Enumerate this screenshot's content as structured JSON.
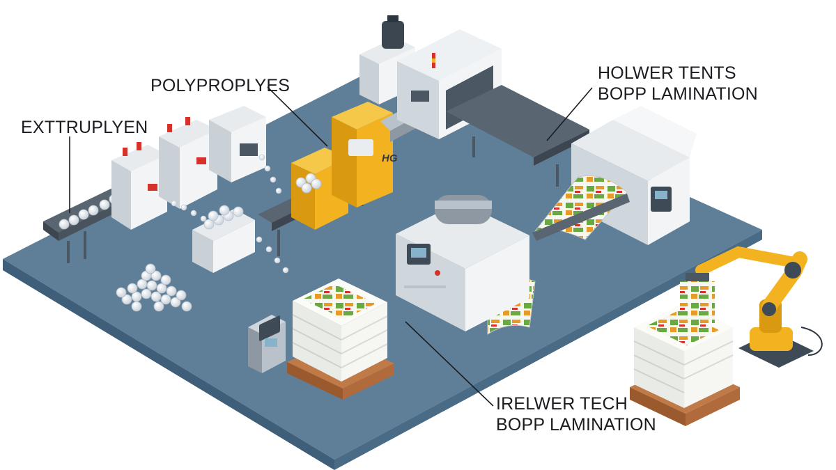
{
  "labels": {
    "extruder": "EXTTRUPLYEN",
    "polypropylene": "POLYPROPLYES",
    "holwer_line1": "HOLWER TENTS",
    "holwer_line2": "BOPP LAMINATION",
    "irelwer_line1": "IRELWER TECH",
    "irelwer_line2": "BOPP LAMINATION",
    "machine_badge": "HG"
  },
  "colors": {
    "floor_top": "#5f7f98",
    "floor_side": "#3f5e79",
    "machine_white": "#f2f4f6",
    "machine_gray": "#c9d0d6",
    "machine_dark": "#4b5762",
    "accent_yellow": "#f3b220",
    "accent_red": "#d6312b",
    "pallet_wood": "#b06a3b",
    "bag_white": "#f6f6f2",
    "print_green": "#6aa843",
    "print_orange": "#e59a2a"
  }
}
